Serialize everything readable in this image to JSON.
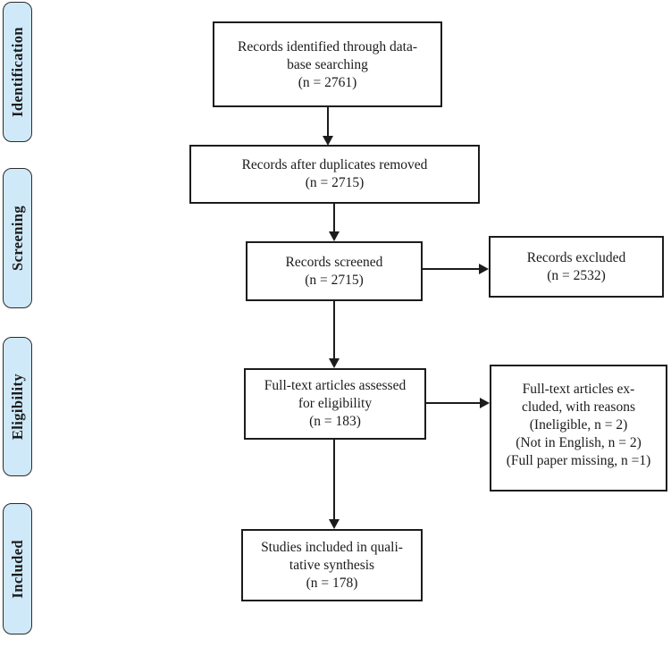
{
  "stages": [
    {
      "label": "Identification"
    },
    {
      "label": "Screening"
    },
    {
      "label": "Eligibility"
    },
    {
      "label": "Included"
    }
  ],
  "boxes": {
    "identified": {
      "lines": [
        "Records identified through data-",
        "base searching",
        "(n = 2761)"
      ]
    },
    "duplicates_removed": {
      "lines": [
        "Records after duplicates removed",
        "(n = 2715)"
      ]
    },
    "screened": {
      "lines": [
        "Records screened",
        "(n = 2715)"
      ]
    },
    "records_excluded": {
      "lines": [
        "Records excluded",
        "(n = 2532)"
      ]
    },
    "fulltext_assessed": {
      "lines": [
        "Full-text articles assessed",
        "for eligibility",
        "(n = 183)"
      ]
    },
    "fulltext_excluded": {
      "lines": [
        "Full-text articles ex-",
        "cluded, with reasons",
        "(Ineligible, n = 2)",
        "(Not in English, n = 2)",
        "(Full paper missing, n =1)"
      ]
    },
    "qualitative_synthesis": {
      "lines": [
        "Studies included in quali-",
        "tative synthesis",
        "(n = 178)"
      ]
    }
  },
  "colors": {
    "stage_fill": "#cfe9f9",
    "stage_border": "#2b2b2b",
    "box_border": "#1c1c1c",
    "arrow": "#1c1c1c",
    "background": "#ffffff",
    "text": "#1b1b1b"
  }
}
